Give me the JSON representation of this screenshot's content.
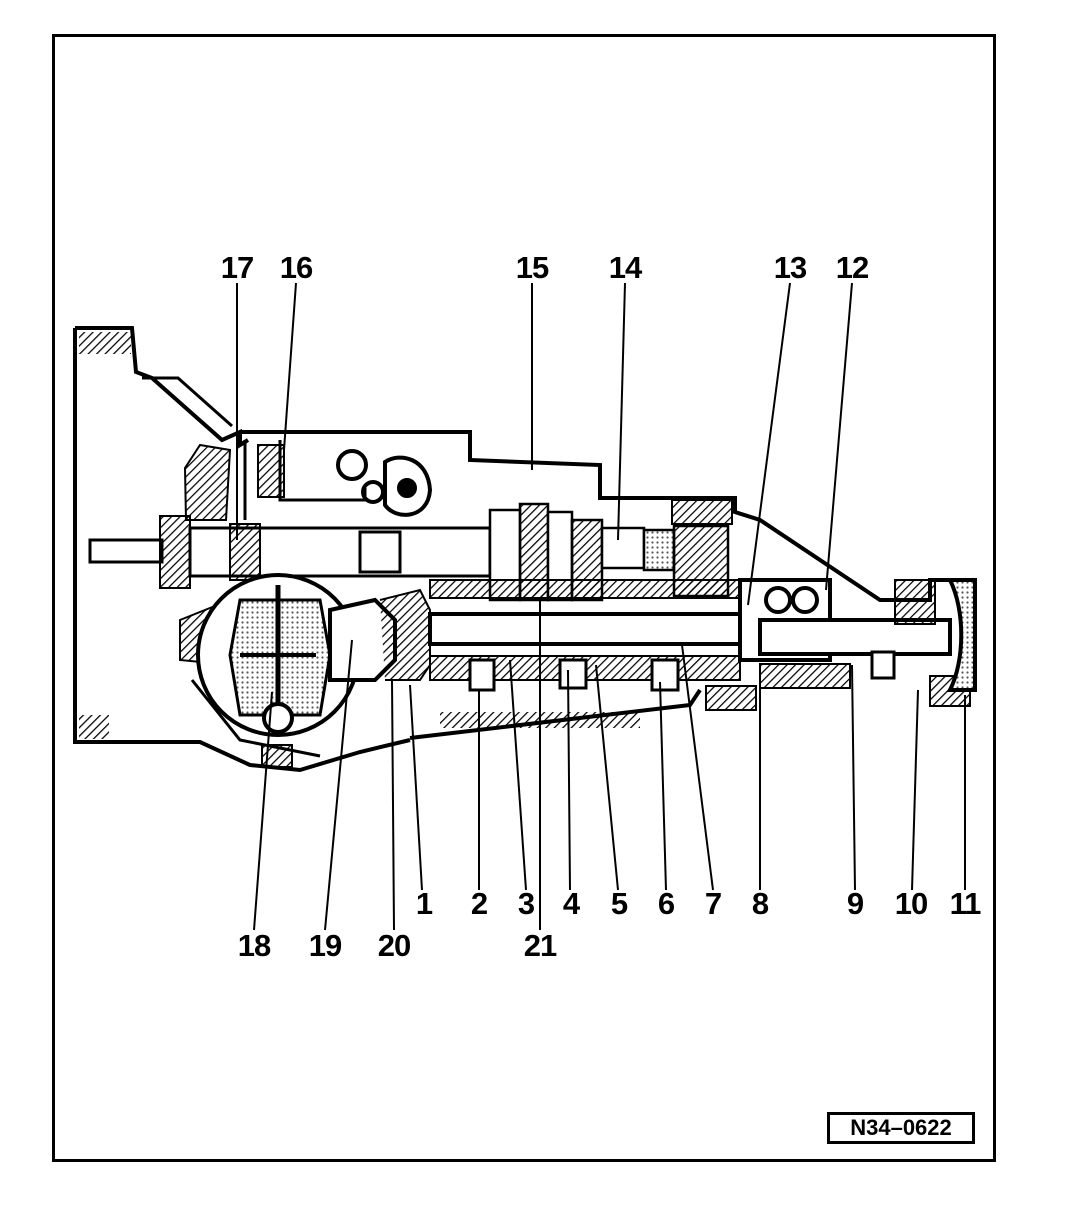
{
  "diagram": {
    "labels": {
      "l1": "1",
      "l2": "2",
      "l3": "3",
      "l4": "4",
      "l5": "5",
      "l6": "6",
      "l7": "7",
      "l8": "8",
      "l9": "9",
      "l10": "10",
      "l11": "11",
      "l12": "12",
      "l13": "13",
      "l14": "14",
      "l15": "15",
      "l16": "16",
      "l17": "17",
      "l18": "18",
      "l19": "19",
      "l20": "20",
      "l21": "21"
    },
    "document_id": "N34–0622",
    "colors": {
      "ink": "#000000",
      "paper": "#ffffff",
      "hatch": "#333333"
    }
  }
}
